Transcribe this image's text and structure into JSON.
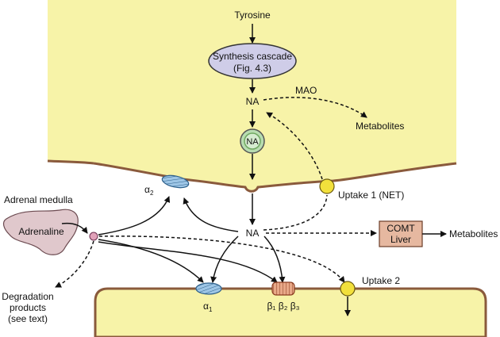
{
  "labels": {
    "tyrosine": "Tyrosine",
    "synthesis_line1": "Synthesis cascade",
    "synthesis_line2": "(Fig. 4.3)",
    "na_top": "NA",
    "na_vesicle": "NA",
    "na_cleft": "NA",
    "mao": "MAO",
    "metabolites_top": "Metabolites",
    "uptake1": "Uptake 1 (NET)",
    "adrenal_medulla": "Adrenal medulla",
    "adrenaline": "Adrenaline",
    "comt_line1": "COMT",
    "comt_line2": "Liver",
    "metabolites_right": "Metabolites",
    "uptake2": "Uptake 2",
    "degradation_line1": "Degradation",
    "degradation_line2": "products",
    "degradation_line3": "(see text)",
    "alpha2": "α",
    "alpha2_sub": "2",
    "alpha1": "α",
    "alpha1_sub": "1",
    "beta_receptors": "β₁ β₂ β₃"
  },
  "colors": {
    "cell_fill": "#f7f3a8",
    "cell_border": "#8a5a3c",
    "synthesis_fill": "#cfcde8",
    "vesicle_fill": "#b8dcb0",
    "vesicle_ring": "#6fa860",
    "alpha_receptor": "#9ec6e6",
    "beta_receptor": "#e8a888",
    "comt_fill": "#e6b8a0",
    "adrenal_fill": "#e0c8cc",
    "uptake_transporter": "#f2e03c",
    "adrenaline_dot": "#e0a0b8"
  }
}
